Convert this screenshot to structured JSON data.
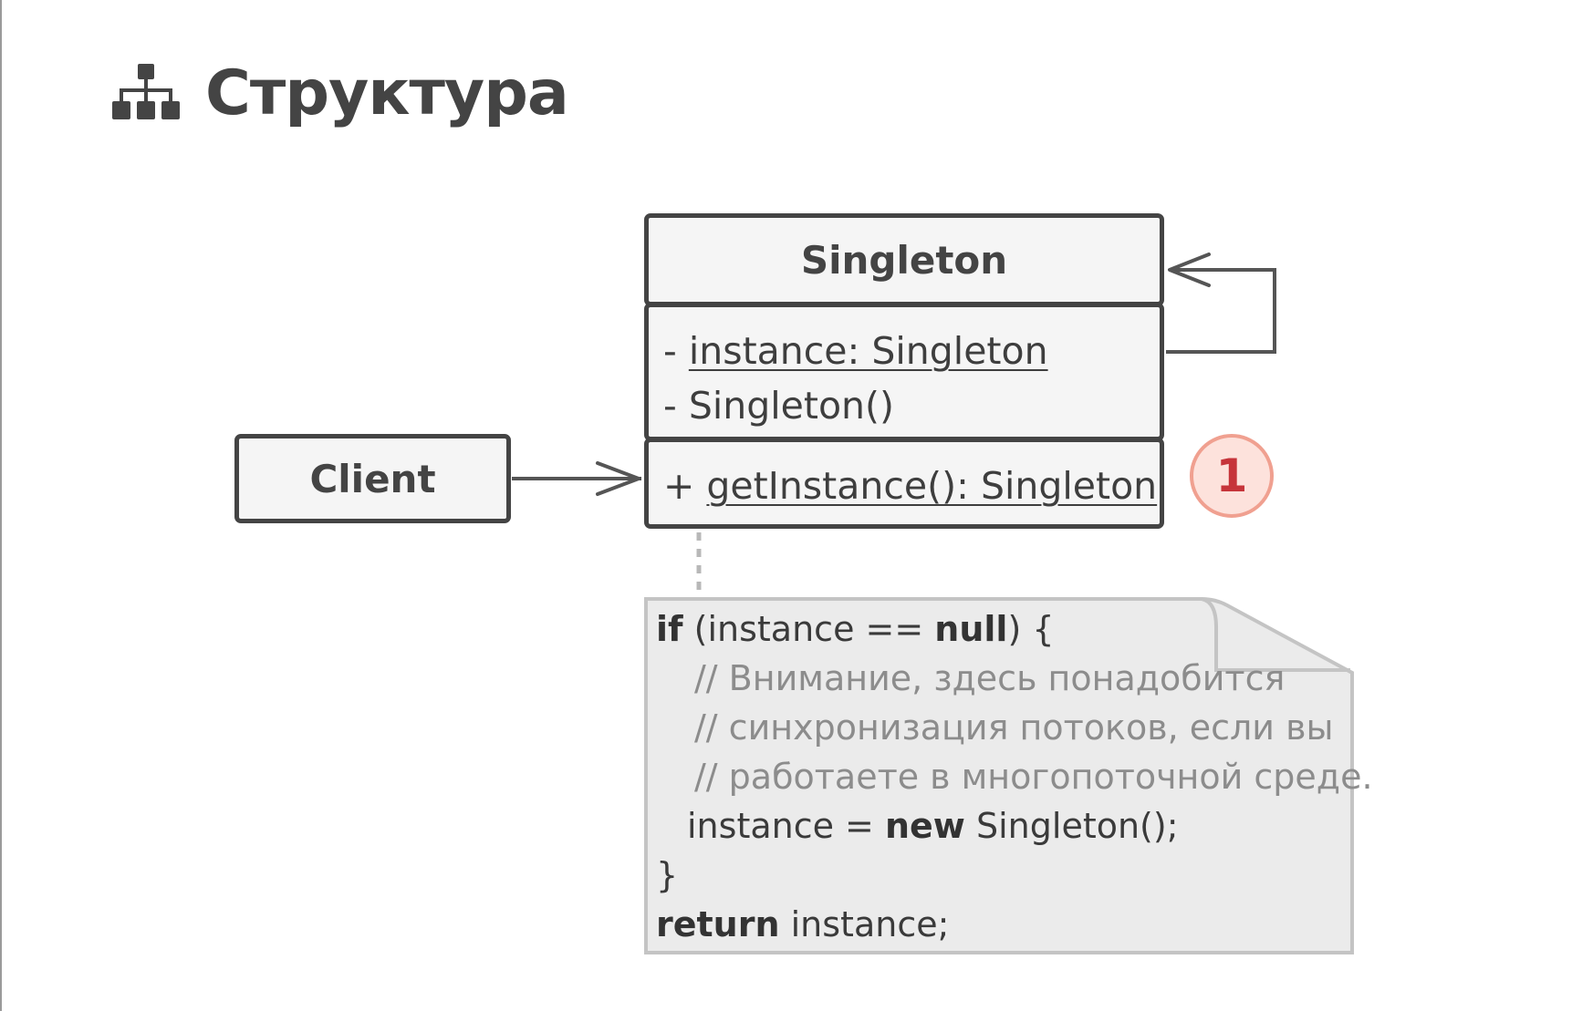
{
  "header": {
    "title": "Структура",
    "icon": "hierarchy-icon"
  },
  "diagram": {
    "client": {
      "label": "Client"
    },
    "singleton": {
      "name": "Singleton",
      "fields": [
        {
          "visibility": "-",
          "text": "instance: Singleton",
          "static": true
        },
        {
          "visibility": "-",
          "text": "Singleton()",
          "static": false
        }
      ],
      "methods": [
        {
          "visibility": "+",
          "text": "getInstance(): Singleton",
          "static": true
        }
      ]
    },
    "marker": {
      "label": "1"
    },
    "note": {
      "line1": {
        "kw": "if",
        "a": " (instance == ",
        "kw2": "null",
        "b": ") {"
      },
      "comments": [
        "// Внимание, здесь понадобится",
        "// синхронизация потоков, если вы",
        "// работаете в многопоточной среде."
      ],
      "line5": {
        "a": "instance = ",
        "kw": "new",
        "b": " Singleton();"
      },
      "line6": "}",
      "line7": {
        "kw": "return",
        "a": " instance;"
      }
    }
  },
  "colors": {
    "stroke": "#444444",
    "box_fill": "#f5f5f5",
    "note_fill": "#ebebeb",
    "note_stroke": "#c4c4c4",
    "marker_fill": "#fde2dc",
    "marker_stroke": "#f0a090",
    "marker_text": "#c6343a"
  }
}
